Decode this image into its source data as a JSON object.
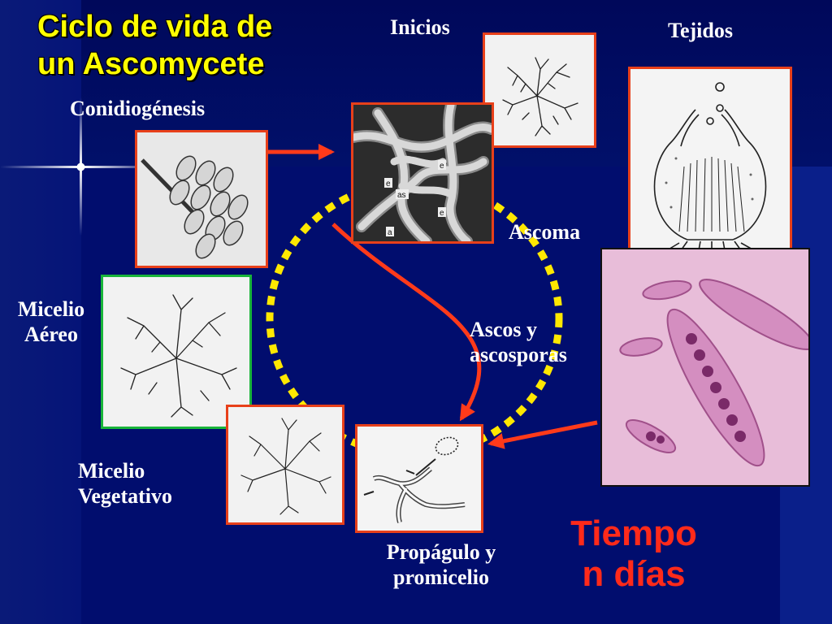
{
  "title": {
    "line1": "Ciclo de vida de",
    "line2": "un Ascomycete"
  },
  "labels": {
    "inicios": "Inicios",
    "tejidos": "Tejidos",
    "conidiogenesis": "Conidiogénesis",
    "ascoma": "Ascoma",
    "micelio_aereo_1": "Micelio",
    "micelio_aereo_2": "Aéreo",
    "ascos_1": "Ascos y",
    "ascos_2": "ascosporas",
    "micelio_veg_1": "Micelio",
    "micelio_veg_2": "Vegetativo",
    "propagulo_1": "Propágulo y",
    "propagulo_2": "promicelio"
  },
  "time": {
    "line1": "Tiempo",
    "line2": "n días"
  },
  "micrograph_letters": [
    "e",
    "as",
    "e",
    "a",
    "e"
  ],
  "colors": {
    "background": "#010d6e",
    "title": "#ffff00",
    "label": "#ffffff",
    "time": "#ff2a1a",
    "arrow": "#ff3a1a",
    "panel_border_red": "#e8401a",
    "panel_border_green": "#19b43a",
    "cycle_dash": "#ffe800"
  }
}
